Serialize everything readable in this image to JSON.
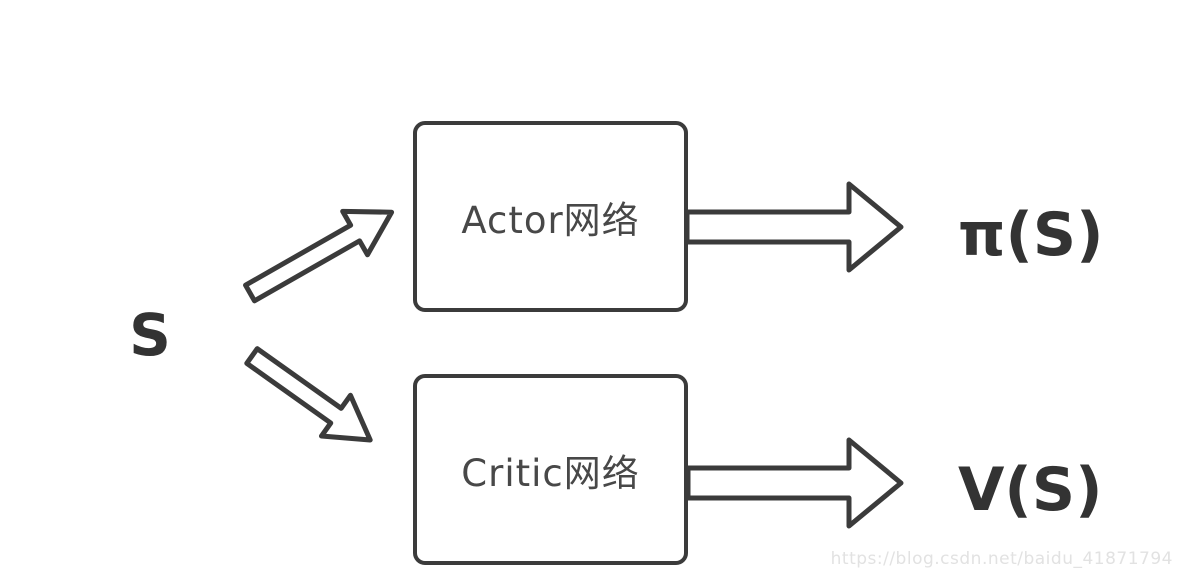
{
  "diagram": {
    "input_label": "S",
    "nodes": [
      {
        "label": "Actor网络",
        "output_label": "π(S)"
      },
      {
        "label": "Critic网络",
        "output_label": "V(S)"
      }
    ],
    "watermark": "https://blog.csdn.net/baidu_41871794",
    "colors": {
      "background": "#ffffff",
      "stroke": "#3b3b3b",
      "label_text": "#333333",
      "box_text": "#484848",
      "watermark_text": "#e2e2e2"
    }
  }
}
